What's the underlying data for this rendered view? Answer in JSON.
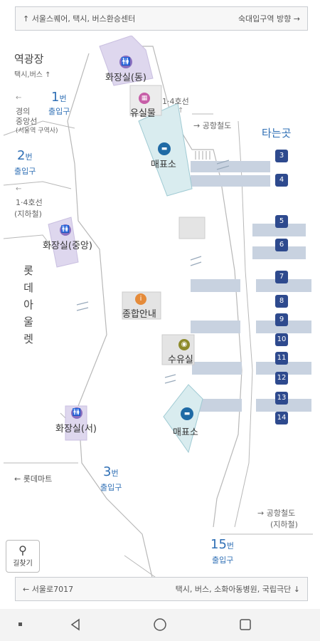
{
  "top_banner": {
    "left_text": "서울스퀘어, 택시, 버스환승센터",
    "right_text": "숙대입구역 방향"
  },
  "bottom_banner": {
    "left_text": "서울로7017",
    "right_text": "택시, 버스, 소화아동병원, 국립극단"
  },
  "labels": {
    "plaza": "역광장",
    "plaza_sub": "택시,버스",
    "gyeongui": "경의",
    "gyeongui2": "중앙선",
    "gyeongui3": "(서울역 구역사)",
    "line14_top": "1·4호선",
    "airport_top": "공항철도",
    "line14_left": "1·4호선",
    "line14_left2": "(지하철)",
    "platforms_title": "타는곳",
    "lotte_mart": "롯데마트",
    "airport_bottom": "공항철도",
    "airport_bottom2": "(지하철)"
  },
  "lotte_outlet": [
    "롯",
    "데",
    "아",
    "울",
    "렛"
  ],
  "exits": [
    {
      "num": "1",
      "suffix": "번",
      "sub": "출입구"
    },
    {
      "num": "2",
      "suffix": "번",
      "sub": "출입구"
    },
    {
      "num": "3",
      "suffix": "번",
      "sub": "출입구"
    },
    {
      "num": "15",
      "suffix": "번",
      "sub": "출입구"
    }
  ],
  "facilities": {
    "toilet_east": "화장실(동)",
    "nursery": "유실물",
    "ticket1": "매표소",
    "toilet_center": "화장실(중앙)",
    "info": "종합안내",
    "nursing": "수유실",
    "toilet_west": "화장실(서)",
    "ticket2": "매표소"
  },
  "platforms": [
    "3",
    "4",
    "5",
    "6",
    "7",
    "8",
    "9",
    "10",
    "11",
    "12",
    "13",
    "14"
  ],
  "search_button": "길찾기",
  "colors": {
    "exit_blue": "#2f6fb5",
    "platform_navy": "#2e4a8e",
    "toilet_purple": "#8b6fc0",
    "ticket_teal": "#d9ecef",
    "facility_gray": "#e4e4e4"
  }
}
